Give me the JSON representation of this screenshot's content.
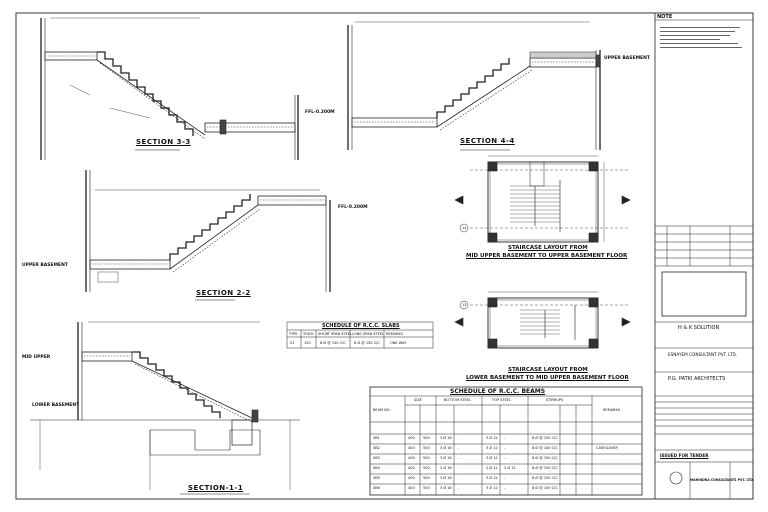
{
  "sections": {
    "s33": "SECTION 3-3",
    "s44": "SECTION 4-4",
    "s22": "SECTION 2-2",
    "s11": "SECTION-1-1"
  },
  "levels": {
    "ffl_a": "FFL-0.200M",
    "ffl_b": "FFL-0.200M",
    "upper_basement_a": "UPPER BASEMENT",
    "upper_basement_b": "UPPER BASEMENT",
    "lower_basement": "LOWER BASEMENT",
    "mid_upper": "MID UPPER"
  },
  "layouts": {
    "title1_line1": "STAIRCASE LAYOUT FROM",
    "title1_line2": "MID UPPER BASEMENT TO UPPER BASEMENT FLOOR",
    "title2_line1": "STAIRCASE LAYOUT FROM",
    "title2_line2": "LOWER BASEMENT TO MID UPPER BASEMENT FLOOR",
    "grid_14": "14",
    "grid_13": "13"
  },
  "slabs": {
    "title": "SCHEDULE OF R.C.C. SLABS",
    "headers": [
      "TYPE",
      "THICK",
      "SHORT SPAN STEEL",
      "LONG SPAN STEEL",
      "REMARKS"
    ],
    "row": [
      "S1",
      "150",
      "8 Ø @ 150 C/C",
      "8 Ø @ 150 C/C",
      "ONE WAY"
    ]
  },
  "beams": {
    "title": "SCHEDULE OF R.C.C. BEAMS",
    "headers": [
      "BEAM NO.",
      "SIZE",
      "",
      "BOTTOM STEEL",
      "",
      "TOP STEEL",
      "",
      "STIRRUPS",
      "",
      "",
      "REMARKS"
    ],
    "rows": [
      [
        "SB1",
        "400",
        "500",
        "3 Ø 16",
        "-",
        "3 Ø 12",
        "-",
        "8 Ø @ 150 C/C",
        "",
        "",
        ""
      ],
      [
        "SB2",
        "400",
        "500",
        "3 Ø 16",
        "-",
        "3 Ø 12",
        "-",
        "8 Ø @ 150 C/C",
        "",
        "",
        "CANTILEVER"
      ],
      [
        "SB3",
        "400",
        "500",
        "3 Ø 16",
        "-",
        "3 Ø 12",
        "-",
        "8 Ø @ 150 C/C",
        "",
        "",
        ""
      ],
      [
        "SB4",
        "400",
        "500",
        "2 Ø 16",
        "-",
        "2 Ø 12",
        "2 Ø 12",
        "8 Ø @ 150 C/C",
        "",
        "",
        ""
      ],
      [
        "SB5",
        "400",
        "500",
        "3 Ø 16",
        "-",
        "3 Ø 12",
        "-",
        "8 Ø @ 150 C/C",
        "",
        "",
        ""
      ],
      [
        "SB6",
        "400",
        "500",
        "3 Ø 16",
        "-",
        "3 Ø 12",
        "-",
        "8 Ø @ 150 C/C",
        "",
        "",
        ""
      ]
    ]
  },
  "titleblock": {
    "notes_header": "NOTE",
    "client": "H & K SOLUTION",
    "consultant": "ESNAYEM CONSULTANT PVT. LTD.",
    "architect": "P.G. PATKI ARCHITECTS",
    "stamp": "ISSUED FOR TENDER",
    "company": "MAHINDRA CONSULTANTS PVT. LTD."
  }
}
